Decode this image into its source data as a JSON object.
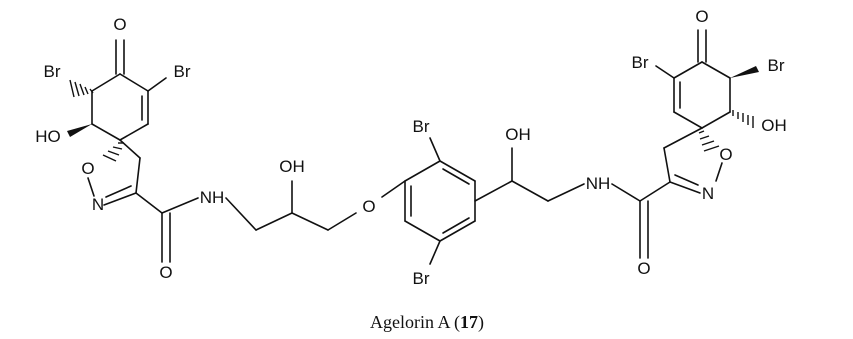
{
  "labels": {
    "o": "O",
    "br": "Br",
    "ho": "HO",
    "oh": "OH",
    "nh": "NH",
    "n": "N"
  },
  "caption": {
    "name": "Agelorin A (",
    "number": "17",
    "close": ")"
  },
  "colors": {
    "ink": "#111111",
    "background": "#ffffff"
  }
}
